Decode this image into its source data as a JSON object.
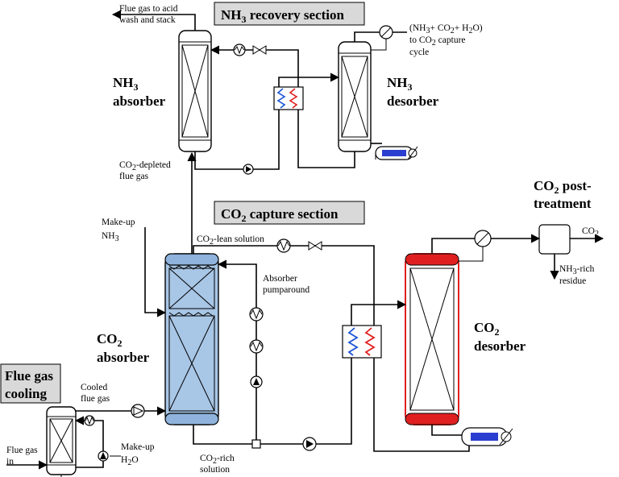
{
  "sections": {
    "nh3_recovery": {
      "pre": "NH",
      "sub": "3",
      "post": " recovery section"
    },
    "co2_capture": {
      "pre": "CO",
      "sub": "2",
      "post": " capture section"
    },
    "flue_gas_cooling": {
      "line1": "Flue gas",
      "line2": "cooling"
    }
  },
  "units": {
    "nh3_absorber": {
      "pre": "NH",
      "sub": "3",
      "line2": "absorber"
    },
    "nh3_desorber": {
      "pre": "NH",
      "sub": "3",
      "line2": "desorber"
    },
    "co2_absorber": {
      "pre": "CO",
      "sub": "2",
      "line2": "absorber"
    },
    "co2_desorber": {
      "pre": "CO",
      "sub": "2",
      "line2": "desorber"
    },
    "co2_post": {
      "pre": "CO",
      "sub": "2",
      "post": " post-",
      "line2": "treatment"
    }
  },
  "streams": {
    "flue_to_acid": {
      "line1": "Flue gas to acid",
      "line2": "wash and stack"
    },
    "recycle": {
      "l1a": "(NH",
      "l1b": "3",
      "l1c": "+ CO",
      "l1d": "2",
      "l1e": "+ H",
      "l1f": "2",
      "l1g": "O)",
      "l2a": "to CO",
      "l2b": "2",
      "l2c": " capture",
      "l3": "cycle"
    },
    "co2_depleted": {
      "pre": "CO",
      "sub": "2",
      "post": "-depleted",
      "line2": "flue gas"
    },
    "makeup_nh3": {
      "line1": "Make-up",
      "pre": "NH",
      "sub": "3"
    },
    "co2_lean": {
      "pre": "CO",
      "sub": "2",
      "post": "-lean solution"
    },
    "absorber_pumparound": {
      "line1": "Absorber",
      "line2": "pumparound"
    },
    "co2_out": {
      "pre": "CO",
      "sub": "2"
    },
    "nh3_rich": {
      "pre": "NH",
      "sub": "3",
      "post": "-rich",
      "line2": "residue"
    },
    "cooled_flue": {
      "line1": "Cooled",
      "line2": "flue gas"
    },
    "makeup_h2o": {
      "line1": "Make-up",
      "pre": "H",
      "sub": "2",
      "post": "O"
    },
    "flue_in": {
      "line1": "Flue gas",
      "line2": "in"
    },
    "co2_rich": {
      "pre": "CO",
      "sub": "2",
      "post": "-rich",
      "line2": "solution"
    }
  },
  "colors": {
    "co2_absorber_fill": "#a8c6e6",
    "co2_absorber_cap": "#8fb3dc",
    "co2_desorber_stroke": "#e02020",
    "hx_hot": "#e02020",
    "hx_cold": "#1a55d6",
    "reboiler_tube": "#2a3fd0",
    "section_label_bg": "#d9d9d9"
  }
}
